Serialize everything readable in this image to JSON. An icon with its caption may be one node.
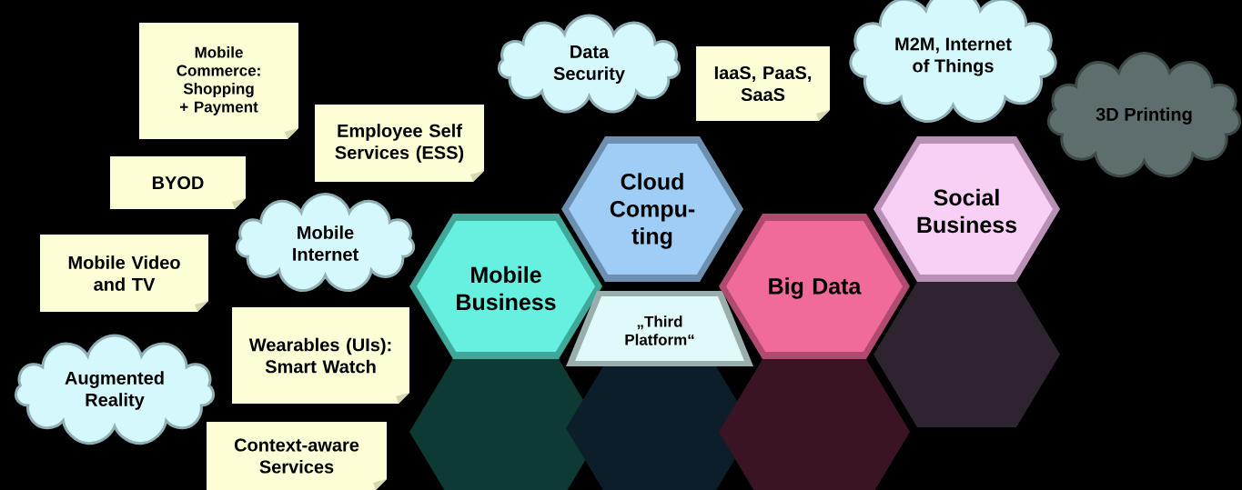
{
  "diagram": {
    "nodes": [
      {
        "text": [
          "Mobile Commerce: Shopping + Payment"
        ]
      },
      {
        "text": [
          "Employee Self Services (ESS)"
        ]
      },
      {
        "text": [
          "BYOD"
        ]
      },
      {
        "text": [
          "Mobile Internet"
        ]
      },
      {
        "text": [
          "Mobile Video and TV"
        ]
      },
      {
        "text": [
          "Wearables (UIs): Smart Watch"
        ]
      },
      {
        "text": [
          "Augmented Reality"
        ]
      },
      {
        "text": [
          "Context-aware Services"
        ]
      },
      {
        "text": [
          "Data Security"
        ]
      },
      {
        "text": [
          "IaaS, PaaS, SaaS"
        ]
      },
      {
        "text": [
          "M2M, Internet of Things"
        ]
      },
      {
        "text": [
          "3D Printing"
        ]
      },
      {
        "text": [
          "Mobile Business"
        ]
      },
      {
        "text": [
          "Cloud Compu- ting"
        ]
      },
      {
        "text": [
          "„Third Platform“"
        ]
      },
      {
        "text": [
          "Big Data"
        ]
      },
      {
        "text": [
          "Social Business"
        ]
      }
    ]
  }
}
